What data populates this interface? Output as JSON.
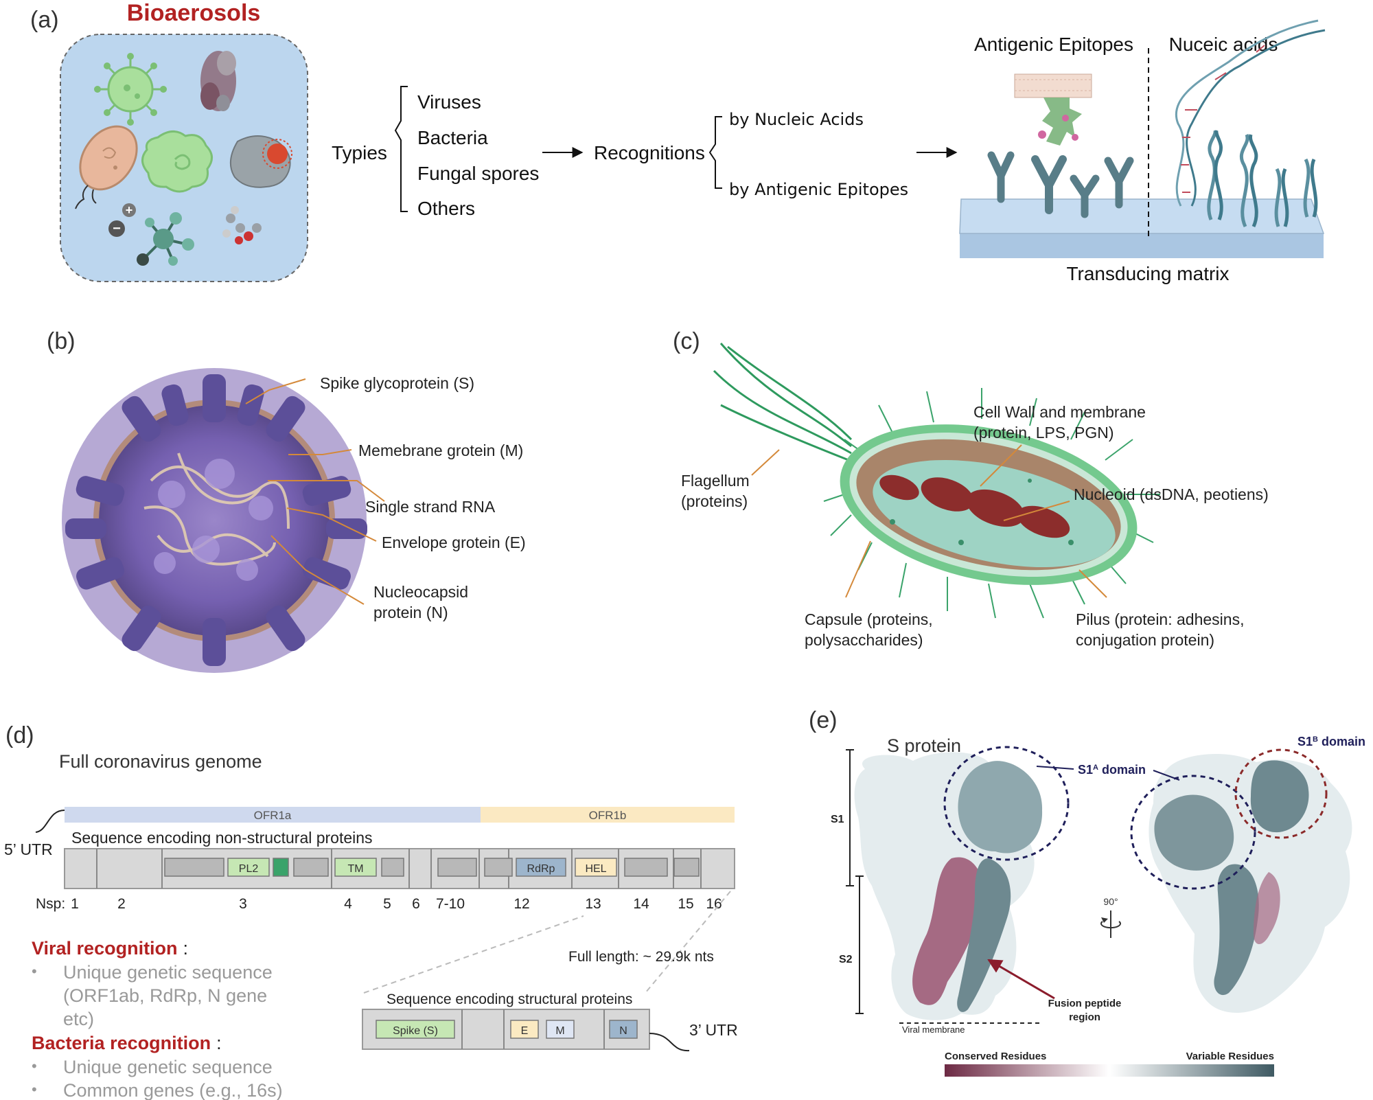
{
  "panel_a": {
    "label": "(a)",
    "title": "Bioaerosols",
    "types_label": "Typies",
    "types": [
      "Viruses",
      "Bacteria",
      "Fungal spores",
      "Others"
    ],
    "recognitions_label": "Recognitions",
    "recognition_methods": [
      "by Nucleic Acids",
      "by Antigenic Epitopes"
    ],
    "antigenic_title": "Antigenic Epitopes",
    "nucleic_title": "Nuceic acids",
    "matrix_label": "Transducing matrix"
  },
  "panel_b": {
    "label": "(b)",
    "labels": [
      "Spike glycoprotein (S)",
      "Memebrane grotein (M)",
      "Single strand RNA",
      "Envelope grotein (E)",
      "Nucleocapsid",
      "protein (N)"
    ]
  },
  "panel_c": {
    "label": "(c)",
    "labels": {
      "cell_wall_1": "Cell Wall and membrane",
      "cell_wall_2": "(protein, LPS, PGN)",
      "flagellum_1": "Flagellum",
      "flagellum_2": "(proteins)",
      "nucleoid": "Nucleoid (dsDNA, peotiens)",
      "capsule_1": "Capsule (proteins,",
      "capsule_2": "polysaccharides)",
      "pilus_1": "Pilus  (protein: adhesins,",
      "pilus_2": "conjugation protein)"
    }
  },
  "panel_d": {
    "label": "(d)",
    "title": "Full coronavirus genome",
    "orf1a": "OFR1a",
    "orf1b": "OFR1b",
    "utr5": "5’ UTR",
    "utr3": "3’ UTR",
    "nonstructural_label": "Sequence encoding non-structural proteins",
    "structural_label": "Sequence encoding structural proteins",
    "genes": [
      "PL2",
      "TM",
      "RdRp",
      "HEL"
    ],
    "nsp_prefix": "Nsp:",
    "nsp_numbers": [
      "1",
      "2",
      "3",
      "4",
      "5",
      "6",
      "7-10",
      "12",
      "13",
      "14",
      "15",
      "16"
    ],
    "full_length": "Full length: ~ 29.9k nts",
    "structural_genes": [
      "Spike (S)",
      "E",
      "M",
      "N"
    ],
    "viral_title": "Viral recognition",
    "viral_colon": ":",
    "viral_items": [
      "Unique genetic sequence",
      "(ORF1ab, RdRp, N gene",
      "etc)"
    ],
    "bacteria_title": "Bacteria recognition",
    "bacteria_colon": ":",
    "bacteria_items": [
      "Unique genetic sequence",
      "Common genes (e.g., 16s)"
    ],
    "bullet": "•"
  },
  "panel_e": {
    "label": "(e)",
    "title": "S protein",
    "s1": "S1",
    "s2": "S2",
    "s1a": "S1",
    "s1a_sup": "A",
    "s1a_suffix": " domain",
    "s1b": "S1",
    "s1b_sup": "B",
    "s1b_suffix": " domain",
    "rotation": "90°",
    "fusion_1": "Fusion peptide",
    "fusion_2": "region",
    "membrane": "Viral membrane",
    "conserved": "Conserved Residues",
    "variable": "Variable Residues"
  },
  "colors": {
    "title_red": "#b22222",
    "leader_orange": "#d4893a",
    "orf1a_fill": "#cfd9ee",
    "orf1b_fill": "#fbe9c2",
    "green_gene": "#c6e7b4",
    "blue_gene": "#9db5cc",
    "yellow_gene": "#fbeac2",
    "gradient_start": "#6d2a44",
    "gradient_end": "#3f5a63"
  }
}
